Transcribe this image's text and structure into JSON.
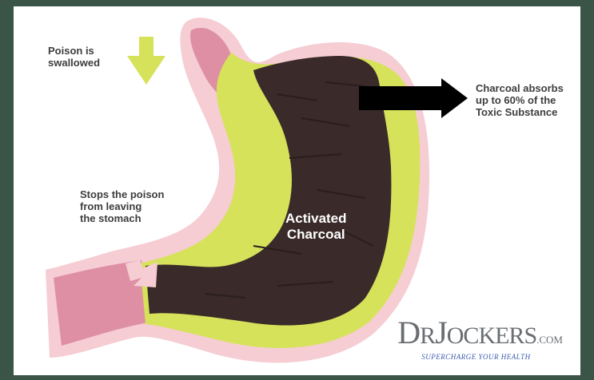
{
  "labels": {
    "swallowed": "Poison is\nswallowed",
    "absorbs": "Charcoal absorbs\nup to 60% of the\nToxic Substance",
    "stops": "Stops the poison\nfrom leaving\nthe stomach",
    "charcoal": "Activated\nCharcoal"
  },
  "logo": {
    "text": "DRJOCKERS.COM",
    "tagline": "SUPERCHARGE YOUR HEALTH"
  },
  "colors": {
    "outline": "#f5cdd3",
    "esophagus": "#de8fa3",
    "poison": "#d6e25a",
    "charcoal": "#3a2a2a",
    "arrow_dark": "#000000"
  }
}
